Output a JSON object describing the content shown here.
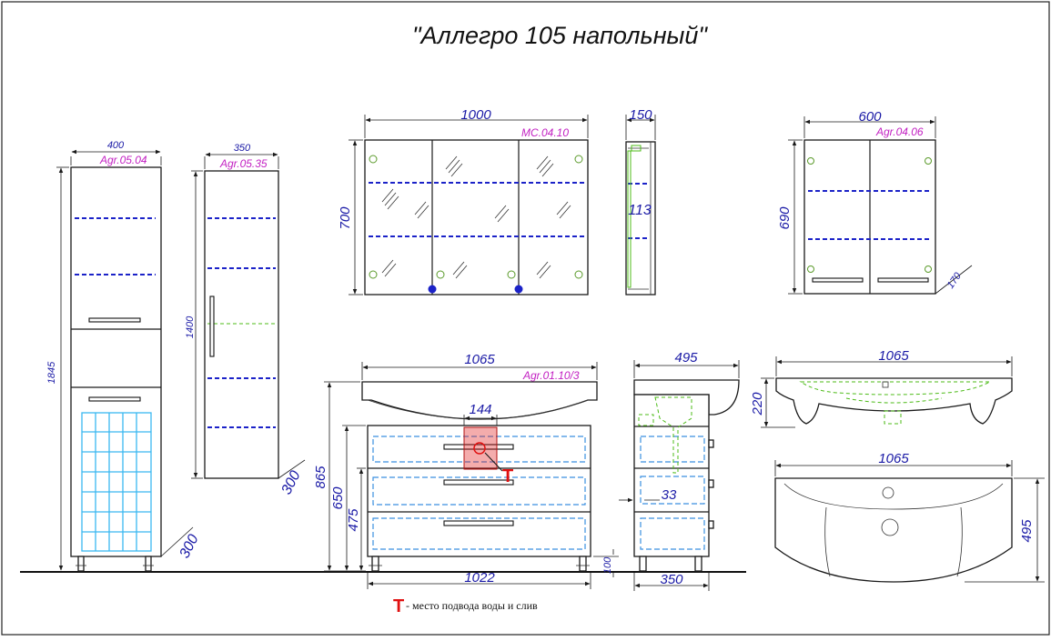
{
  "title": "\"Аллегро 105 напольный\"",
  "articles": {
    "tall_cabinet": "Agr.05.04",
    "wall_column": "Agr.05.35",
    "mirror_cabinet": "MC.04.10",
    "wall_cabinet": "Agr.04.06",
    "vanity": "Agr.01.10/3"
  },
  "dimensions": {
    "tall_width": "400",
    "tall_height": "1845",
    "tall_leg": "300",
    "column_width": "350",
    "column_height": "1400",
    "column_depth": "300",
    "mirror_width": "1000",
    "mirror_height": "700",
    "mirror_depth": "150",
    "mirror_shelf": "113",
    "wall_width": "600",
    "wall_height": "690",
    "wall_depth": "170",
    "vanity_top_width": "1065",
    "vanity_cutout": "144",
    "vanity_height": "865",
    "vanity_h2": "650",
    "vanity_h3": "475",
    "vanity_width": "1022",
    "vanity_leg": "100",
    "side_top_depth": "495",
    "side_inset": "33",
    "side_depth": "350",
    "basin_front_width": "1065",
    "basin_height": "220",
    "basin_top_width": "1065",
    "basin_depth": "495"
  },
  "legend": {
    "symbol": "T",
    "text": " - место подвода воды и слив"
  },
  "colors": {
    "dimension": "#1a1aa6",
    "article": "#c21fc2",
    "shelf": "#1b22c8",
    "basket": "#3ab8f0",
    "water_point": "#e01010",
    "hidden_line": "#4cbb17"
  }
}
